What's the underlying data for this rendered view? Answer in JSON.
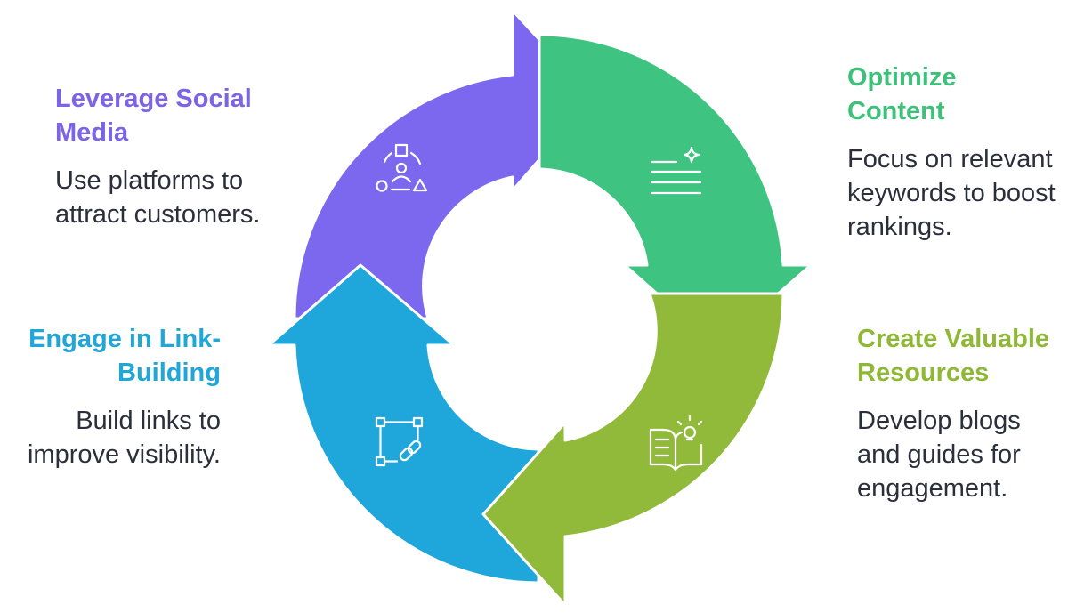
{
  "colors": {
    "social": "#7B68EE",
    "content": "#3FC381",
    "resources": "#91B93A",
    "links": "#1FA7DB",
    "body_text": "#2A2F3B"
  },
  "steps": {
    "social": {
      "title": "Leverage Social Media",
      "description": "Use platforms to attract customers.",
      "icon": "people-network-icon"
    },
    "content": {
      "title": "Optimize Content",
      "description": "Focus on relevant keywords to boost rankings.",
      "icon": "text-sparkle-icon"
    },
    "resources": {
      "title": "Create Valuable Resources",
      "description": "Develop blogs and guides for engagement.",
      "icon": "book-lightbulb-icon"
    },
    "links": {
      "title": "Engage in Link-Building",
      "description": "Build links to improve visibility.",
      "icon": "link-frame-icon"
    }
  }
}
